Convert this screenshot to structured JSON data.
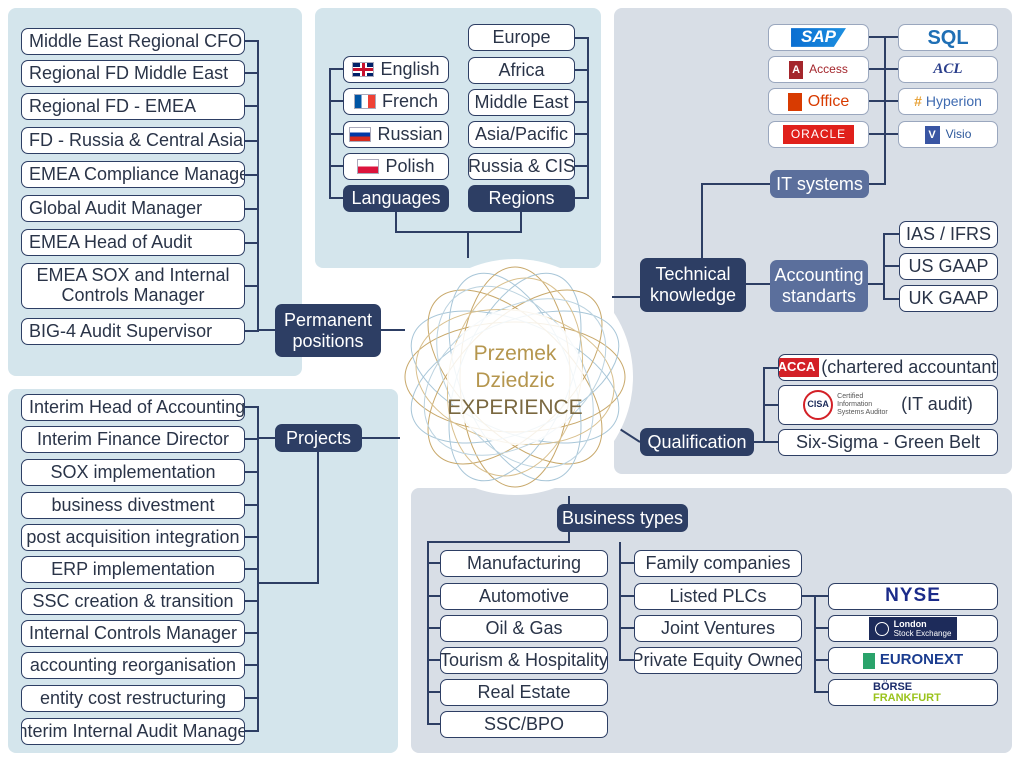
{
  "center": {
    "name_first": "Przemek",
    "name_last": "Dziedzic",
    "subtitle": "EXPERIENCE"
  },
  "permanent": {
    "header": [
      "Permanent",
      "positions"
    ],
    "items": [
      "Middle East Regional CFO",
      "Regional FD Middle East",
      "Regional FD - EMEA",
      "FD - Russia & Central Asia",
      "EMEA Compliance Manager",
      "Global Audit Manager",
      "EMEA Head of Audit",
      "EMEA SOX and Internal",
      "Controls Manager",
      "BIG-4 Audit Supervisor"
    ]
  },
  "languages": {
    "header": "Languages",
    "items": [
      "English",
      "French",
      "Russian",
      "Polish"
    ]
  },
  "regions": {
    "header": "Regions",
    "items": [
      "Europe",
      "Africa",
      "Middle East",
      "Asia/Pacific",
      "Russia & CIS"
    ]
  },
  "technical": {
    "header": [
      "Technical",
      "knowledge"
    ],
    "it_header": "IT systems",
    "it_items": [
      "SAP",
      "SQL",
      "Access",
      "ACL",
      "Office",
      "Hyperion",
      "ORACLE",
      "Visio"
    ],
    "acc_header": [
      "Accounting",
      "standarts"
    ],
    "acc_items": [
      "IAS / IFRS",
      "US GAAP",
      "UK GAAP"
    ]
  },
  "qualification": {
    "header": "Qualification",
    "acca_logo": "ACCA",
    "acca_text": "(chartered accountant)",
    "cisa_logo": "CISA",
    "cisa_small": "Certified Information Systems Auditor",
    "cisa_text": "(IT audit)",
    "sixsigma": "Six-Sigma - Green Belt"
  },
  "projects": {
    "header": "Projects",
    "items": [
      "Interim Head of Accounting",
      "Interim Finance Director",
      "SOX implementation",
      "business divestment",
      "post acquisition integration",
      "ERP implementation",
      "SSC creation & transition",
      "Internal Controls Manager",
      "accounting reorganisation",
      "entity cost restructuring",
      "Interim Internal Audit Manager"
    ]
  },
  "business": {
    "header": "Business types",
    "left": [
      "Manufacturing",
      "Automotive",
      "Oil & Gas",
      "Tourism & Hospitality",
      "Real Estate",
      "SSC/BPO"
    ],
    "right": [
      "Family companies",
      "Listed PLCs",
      "Joint Ventures",
      "Private Equity Owned"
    ],
    "exchanges": {
      "nyse": "NYSE",
      "lse_1": "London",
      "lse_2": "Stock Exchange",
      "euronext": "EURONEXT",
      "borse_1": "BÖRSE",
      "borse_2": "FRANKFURT"
    }
  },
  "colors": {
    "navy": "#2d3e64",
    "mid_blue": "#5b6f9c",
    "gold": "#b5964e",
    "panel_blue": "#d4e5ec",
    "panel_grey": "#d8dee6"
  }
}
